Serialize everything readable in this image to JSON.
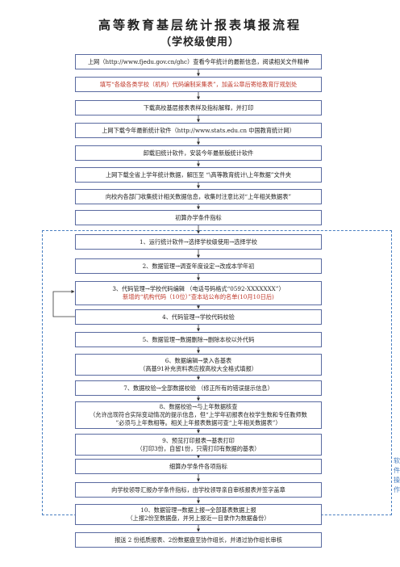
{
  "title": "高等教育基层统计报表填报流程",
  "subtitle": "（学校级使用）",
  "side_label": "软件操作",
  "steps": [
    {
      "lines": [
        "上网（http://www.fjedu.gov.cn/ghc）查看今年统计的最新信息，阅读相关文件精神"
      ]
    },
    {
      "lines": [
        "填写“各级各类学校（机构）代码编制采集表”，加盖公章后寄给教育厅规划处"
      ],
      "red": true
    },
    {
      "lines": [
        "下载高校基层报表表样及指标解释，并打印"
      ]
    },
    {
      "lines": [
        "上网下载今年最新统计软件（http://www.stats.edu.cn 中国教育统计网）"
      ]
    },
    {
      "lines": [
        "卸载旧统计软件，安装今年最新版统计软件"
      ]
    },
    {
      "lines": [
        "上网下载全省上学年统计数据，解压至  “\\高等教育统计\\上年数据”文件夹"
      ]
    },
    {
      "lines": [
        "向校内各部门收集统计相关数据信息，收集时注意比对“上年相关数据表”"
      ]
    },
    {
      "lines": [
        "初算办学条件指标"
      ]
    },
    {
      "lines": [
        "1、运行统计软件→选择学校级使用→选择学校"
      ]
    },
    {
      "lines": [
        "2、数据管理→调查年度设定→改成本学年初"
      ]
    },
    {
      "lines": [
        "3、代码管理→学校代码编辑   （电话号码格式“0592-XXXXXXX”）",
        "新增的“机构代码（10位）”查本站公布的名单(10月10日后)"
      ],
      "red_line": 1
    },
    {
      "lines": [
        "4、代码管理→学校代码校验"
      ]
    },
    {
      "lines": [
        "5、数据管理→数据删除→删除本校以外代码"
      ]
    },
    {
      "lines": [
        "6、数据编辑→录入各基表",
        "（高基91补充资料表应按高校大全格式填报）"
      ]
    },
    {
      "lines": [
        "7、数据校验→全部数据校验  （修正所有的错误提示信息）"
      ]
    },
    {
      "lines": [
        "8、数据校验→与上年数据核查",
        "（允许出现符合实际变动情况的提示信息，但“上学年初报表在校学生数和专任教师数",
        "”必须与上年数相等。相关上年报表数据可查“上年相关数据表”）"
      ]
    },
    {
      "lines": [
        "9、预览打印报表→基表打印",
        "（打印3份，自留1份，只需打印有数据的基表）"
      ]
    },
    {
      "lines": [
        "细算办学条件各项指标"
      ]
    },
    {
      "lines": [
        "向学校领导汇报办学条件指标，由学校领导亲自审核报表并签字盖章"
      ]
    },
    {
      "lines": [
        "10、数据管理→数据上报→全部基表数据上报",
        "（上报2份至数据盘，并另上报近一目录作为数据备份）"
      ]
    },
    {
      "lines": [
        "报送 2 份纸质报表、2份数据盘至协作组长，并通过协作组长审核"
      ]
    }
  ]
}
